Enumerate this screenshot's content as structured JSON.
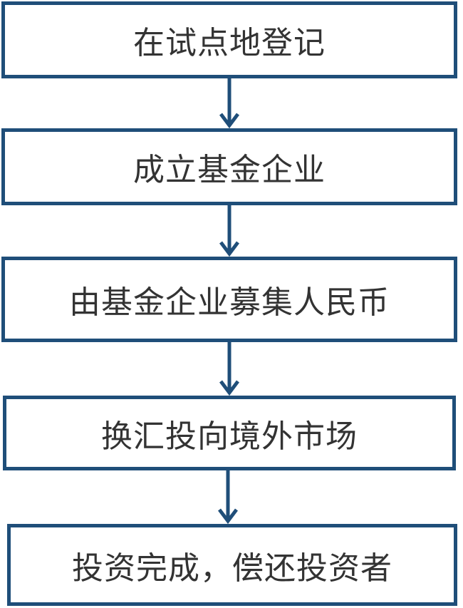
{
  "flowchart": {
    "steps": [
      {
        "label": "在试点地登记"
      },
      {
        "label": "成立基金企业"
      },
      {
        "label": "由基金企业募集人民币"
      },
      {
        "label": "换汇投向境外市场"
      },
      {
        "label": "投资完成，偿还投资者"
      }
    ],
    "colors": {
      "border": "#1f4e79",
      "arrow": "#1f4e79",
      "text": "#333333"
    }
  }
}
